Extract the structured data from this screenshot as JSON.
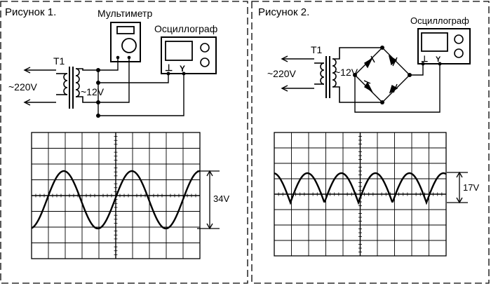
{
  "figure1": {
    "title": "Рисунок 1.",
    "multimeter_label": "Мультиметр",
    "oscillograph_label": "Осциллограф",
    "transformer_label": "T1",
    "input_voltage": "~220V",
    "output_voltage": "~12V",
    "ground_symbol": "⊥",
    "y_symbol": "Y",
    "amplitude_label": "34V",
    "waveform": "sine"
  },
  "figure2": {
    "title": "Рисунок 2.",
    "oscillograph_label": "Осциллограф",
    "transformer_label": "T1",
    "input_voltage": "~220V",
    "output_voltage": "~12V",
    "ground_symbol": "⊥",
    "y_symbol": "Y",
    "amplitude_label": "17V",
    "waveform": "full-wave rectified"
  }
}
